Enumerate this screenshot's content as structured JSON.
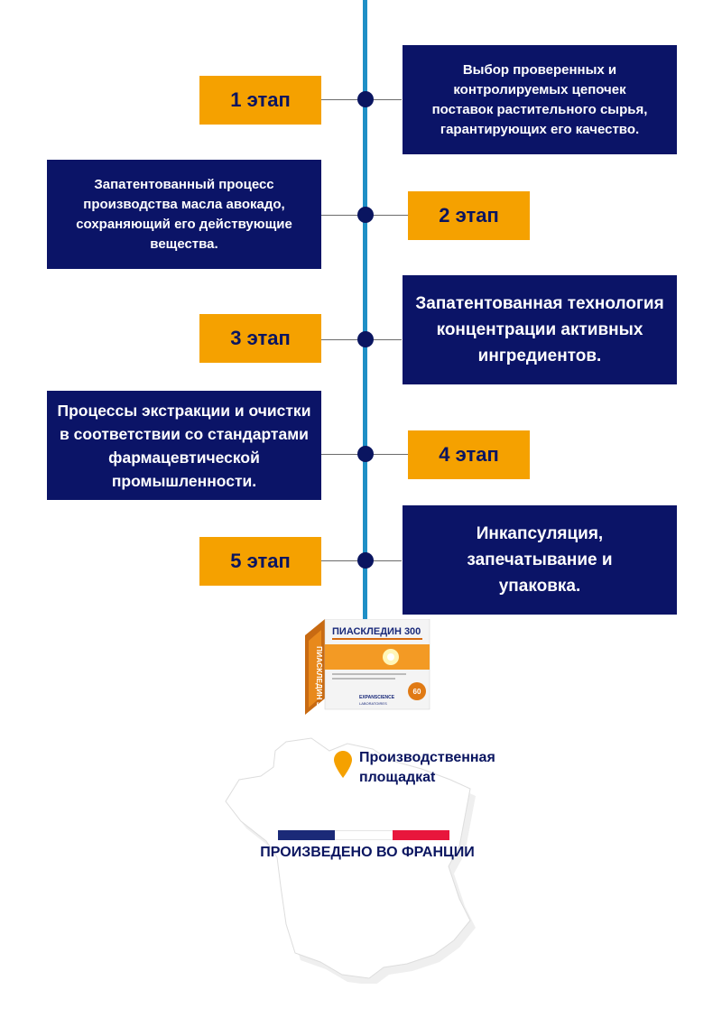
{
  "colors": {
    "stage_bg": "#f5a100",
    "box_bg": "#0b1467",
    "line": "#1f8fc6",
    "dot": "#0a1560",
    "text_dark": "#0a1560"
  },
  "stages": [
    {
      "label": "1 этап",
      "desc": [
        "Выбор проверенных и",
        "контролируемых цепочек",
        "поставок растительного сырья,",
        "гарантирующих его качество."
      ]
    },
    {
      "label": "2 этап",
      "desc": [
        "Запатентованный процесс",
        "производства масла авокадо,",
        "сохраняющий его действующие",
        "вещества."
      ]
    },
    {
      "label": "3 этап",
      "desc": [
        "Запатентованная технология",
        "концентрации активных",
        "ингредиентов."
      ]
    },
    {
      "label": "4 этап",
      "desc": [
        "Процессы экстракции и очистки",
        "в соответствии со стандартами",
        "фармацевтической",
        "промышленности."
      ]
    },
    {
      "label": "5 этап",
      "desc": [
        "Инкапсуляция,",
        "запечатывание и",
        "упаковка."
      ]
    }
  ],
  "product": {
    "name": "ПИАСКЛЕДИН 300",
    "side_name": "ПИАСКЛЕДИН 300",
    "count": "60",
    "brand": "EXPANSCIENCE",
    "brand_sub": "LABORATOIRES"
  },
  "plant": {
    "line1": "Производственная",
    "line2": "площадкаt"
  },
  "made_in": "ПРОИЗВЕДЕНО ВО ФРАНЦИИ",
  "flag_colors": [
    "#1b2a78",
    "#ffffff",
    "#e8163c"
  ]
}
